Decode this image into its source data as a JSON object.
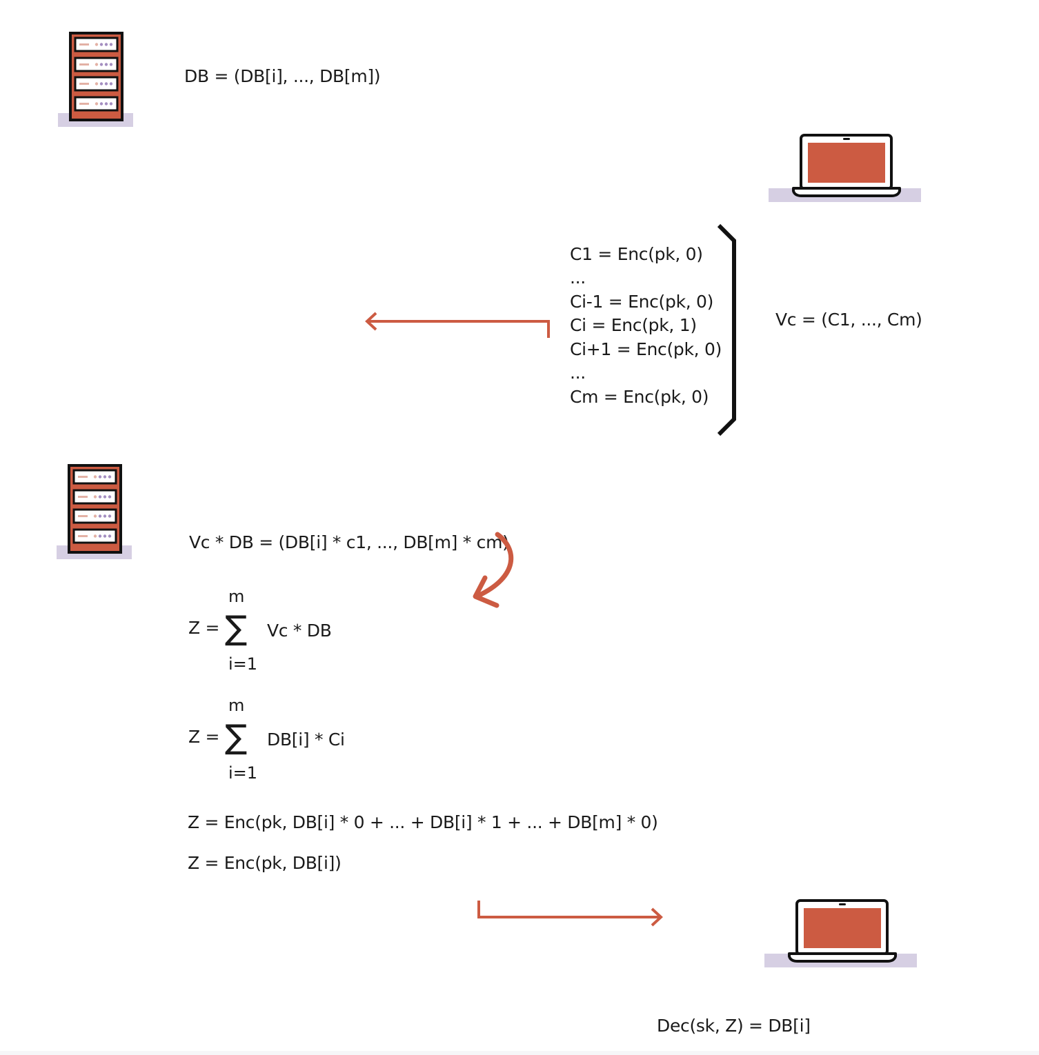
{
  "colors": {
    "accent": "#cc5b42",
    "outline": "#111111",
    "shadow": "#d6cfe3",
    "rack_slot_dots": "#a48ec0",
    "rack_slot_dash": "#e3b1a5"
  },
  "icons": {
    "server": "server-rack-icon",
    "client": "laptop-icon"
  },
  "labels": {
    "db_definition": "DB = (DB[i], ..., DB[m])",
    "query_lines": [
      "C1 = Enc(pk, 0)",
      "...",
      "Ci-1 = Enc(pk, 0)",
      "Ci = Enc(pk, 1)",
      "Ci+1 = Enc(pk, 0)",
      "...",
      "Cm = Enc(pk, 0)"
    ],
    "vector_definition": "Vc = (C1, ..., Cm)",
    "product": "Vc * DB = (DB[i] * c1, ..., DB[m] * cm)",
    "sum1": {
      "lhs": "Z =",
      "upper": "m",
      "lower": "i=1",
      "symbol": "∑",
      "body": "Vc * DB"
    },
    "sum2": {
      "lhs": "Z =",
      "upper": "m",
      "lower": "i=1",
      "symbol": "∑",
      "body": "DB[i] * Ci"
    },
    "expanded": "Z = Enc(pk, DB[i] * 0 + ... + DB[i] * 1 + ... + DB[m] * 0)",
    "result": "Z = Enc(pk, DB[i])",
    "decryption": "Dec(sk, Z) = DB[i]"
  }
}
